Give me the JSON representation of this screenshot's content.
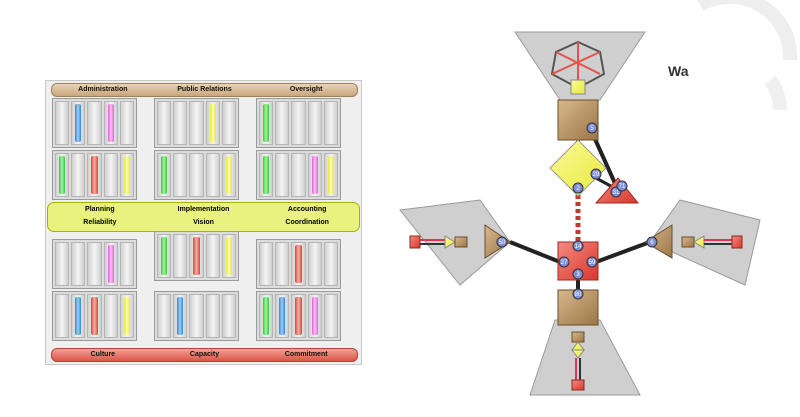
{
  "left_panel": {
    "top_labels": [
      "Administration",
      "Public Relations",
      "Oversight"
    ],
    "mid_labels_1": [
      "Planning",
      "Implementation",
      "Accounting"
    ],
    "mid_labels_2": [
      "Reliability",
      "Vision",
      "Coordination"
    ],
    "bottom_labels": [
      "Culture",
      "Capacity",
      "Commitment"
    ],
    "colors": {
      "blue": "#4aa3e6",
      "pink": "#f07de0",
      "yellow": "#f2f25a",
      "green": "#4fdb4f",
      "red": "#e5524a"
    }
  },
  "diagram": {
    "title": "Wa",
    "node_numbers": {
      "top_square": "5",
      "diamond_left": "2",
      "diamond_right": "29",
      "triangle_a": "71",
      "triangle_b": "31",
      "center_top": "14",
      "center_left": "27",
      "center_right": "59",
      "center_bottom": "3",
      "left_node": "50",
      "right_node": "6",
      "bottom_square": "80"
    }
  }
}
